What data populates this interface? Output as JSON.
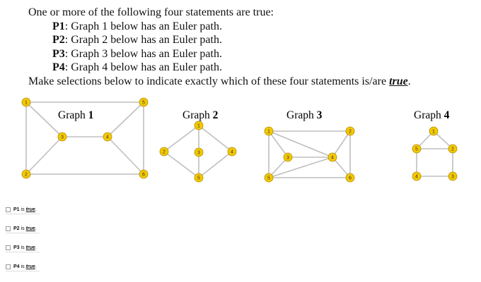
{
  "question": {
    "intro": "One or more of the following four statements are true:",
    "statements": [
      {
        "id": "P1",
        "text": ": Graph 1 below has an Euler path."
      },
      {
        "id": "P2",
        "text": ": Graph 2 below has an Euler path."
      },
      {
        "id": "P3",
        "text": ": Graph 3 below has an Euler path."
      },
      {
        "id": "P4",
        "text": ": Graph 4 below has an Euler path."
      }
    ],
    "instruction_prefix": "Make selections below to indicate exactly which of these four statements is/are ",
    "instruction_emph": "true",
    "instruction_suffix": "."
  },
  "graphs": [
    {
      "title_word": "Graph",
      "title_num": "1"
    },
    {
      "title_word": "Graph",
      "title_num": "2"
    },
    {
      "title_word": "Graph",
      "title_num": "3"
    },
    {
      "title_word": "Graph",
      "title_num": "4"
    }
  ],
  "node_labels": [
    "1",
    "2",
    "3",
    "4",
    "5",
    "6"
  ],
  "options": [
    {
      "id": "P1",
      "is": "is",
      "word": "true",
      "end": "."
    },
    {
      "id": "P2",
      "is": "is",
      "word": "true",
      "end": "."
    },
    {
      "id": "P3",
      "is": "is",
      "word": "true",
      "end": "."
    },
    {
      "id": "P4",
      "is": "is",
      "word": "true",
      "end": "."
    }
  ],
  "colors": {
    "node_fill": "#f3c900",
    "node_stroke": "#b38a00",
    "edge": "#bfbfbf"
  }
}
